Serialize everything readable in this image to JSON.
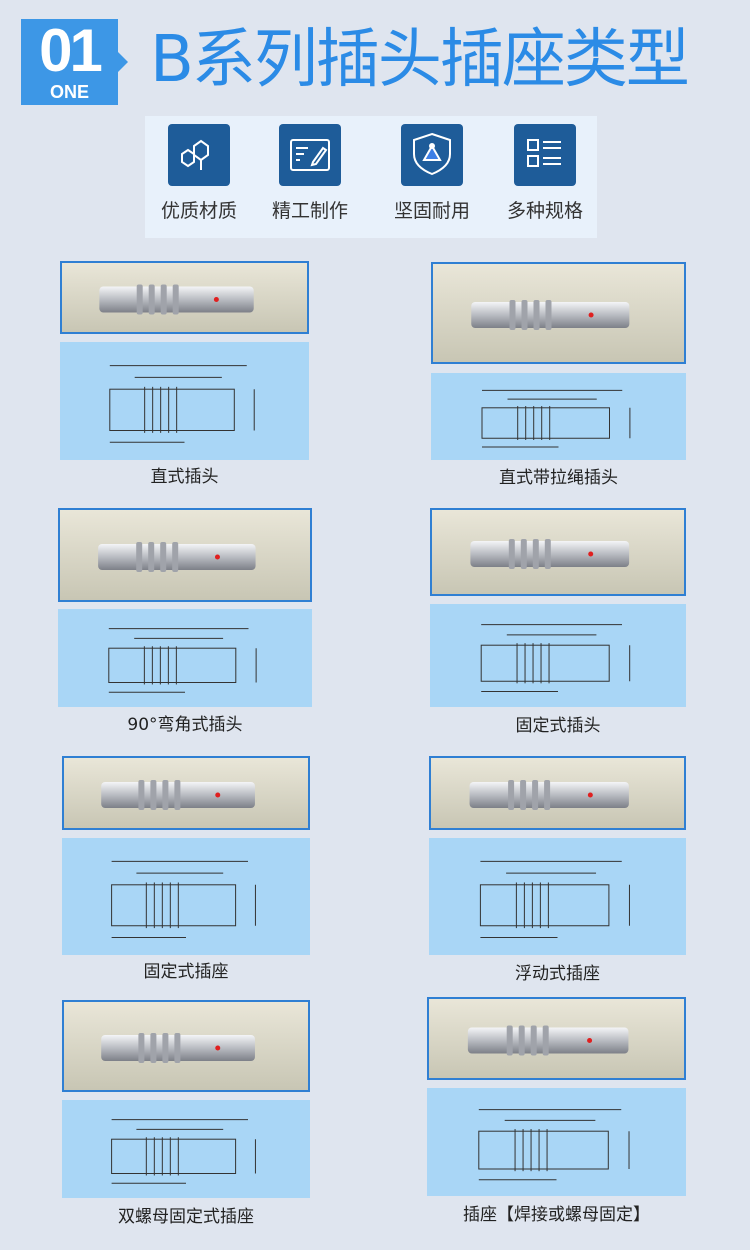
{
  "header": {
    "number": "01",
    "number_word": "ONE",
    "title": "B系列插头插座类型"
  },
  "features": [
    {
      "icon": "hexagon-molecule-icon",
      "label": "优质材质"
    },
    {
      "icon": "edit-form-icon",
      "label": "精工制作"
    },
    {
      "icon": "shield-icon",
      "label": "坚固耐用"
    },
    {
      "icon": "checklist-icon",
      "label": "多种规格"
    }
  ],
  "products": [
    {
      "name": "直式插头"
    },
    {
      "name": "直式带拉绳插头"
    },
    {
      "name": "90°弯角式插头"
    },
    {
      "name": "固定式插头"
    },
    {
      "name": "固定式插座"
    },
    {
      "name": "浮动式插座"
    },
    {
      "name": "双螺母固定式插座"
    },
    {
      "name": "插座【焊接或螺母固定】"
    }
  ],
  "colors": {
    "accent": "#2b8be6",
    "icon_bg": "#1e5c99",
    "drawing_bg": "#a9d6f6"
  }
}
